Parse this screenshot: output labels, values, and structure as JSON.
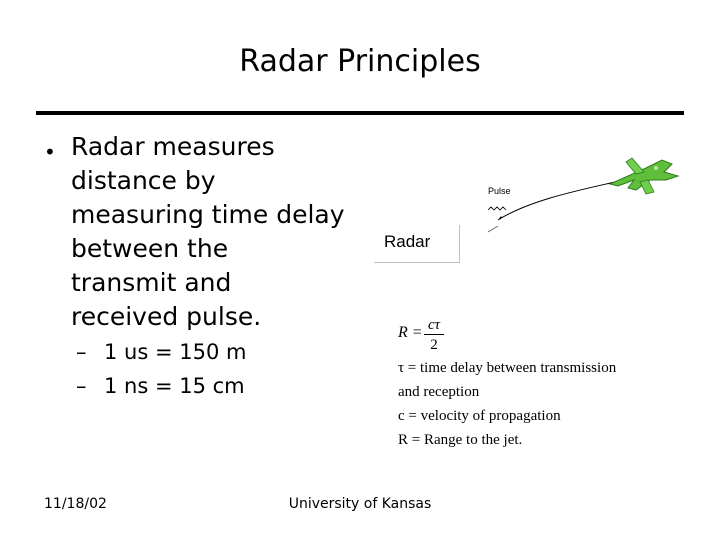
{
  "slide": {
    "title": "Radar Principles",
    "bullet": {
      "marker": "•",
      "lines": [
        "Radar measures",
        "distance by",
        "measuring time delay",
        "between the",
        "transmit and",
        "received pulse."
      ]
    },
    "subbullets": [
      {
        "marker": "–",
        "text": "1 us = 150 m"
      },
      {
        "marker": "–",
        "text": "1 ns = 15 cm"
      }
    ],
    "footer": {
      "date": "11/18/02",
      "organization": "University of Kansas"
    }
  },
  "figure": {
    "radar_label": "Radar",
    "pulse_label": "Pulse",
    "target_icon": "fighter-jet-icon",
    "equation": {
      "lhs": "R =",
      "numerator": "cτ",
      "denominator": "2"
    },
    "definitions": [
      "τ = time delay between transmission",
      "and reception",
      "c = velocity of propagation",
      "R = Range to the jet."
    ],
    "colors": {
      "jet": "#5fbf3a",
      "path": "#000000"
    }
  }
}
